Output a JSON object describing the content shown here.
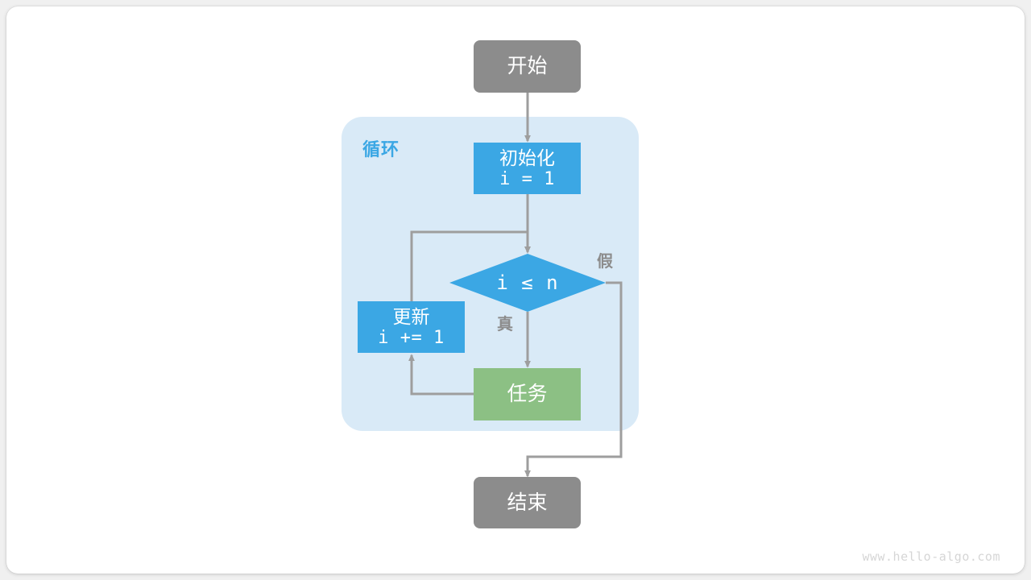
{
  "diagram": {
    "type": "flowchart",
    "title": "loop-flowchart",
    "colors": {
      "terminal": "#8c8c8c",
      "process": "#3ba7e4",
      "task": "#8cc084",
      "container": "#d9eaf7",
      "edge": "#9e9e9e",
      "label": "#8c8c8c",
      "canvas": "#ffffff",
      "page": "#f0f0f0"
    },
    "nodes": {
      "start": {
        "label": "开始",
        "shape": "stadium",
        "kind": "terminal"
      },
      "init": {
        "label": "初始化",
        "code": "i = 1",
        "shape": "rect",
        "kind": "process"
      },
      "decision": {
        "label": "i ≤ n",
        "shape": "diamond",
        "kind": "process"
      },
      "update": {
        "label": "更新",
        "code": "i += 1",
        "shape": "rect",
        "kind": "process"
      },
      "task": {
        "label": "任务",
        "shape": "rect",
        "kind": "task"
      },
      "end": {
        "label": "结束",
        "shape": "stadium",
        "kind": "terminal"
      }
    },
    "container": {
      "label": "循环"
    },
    "edge_labels": {
      "true": "真",
      "false": "假"
    },
    "edges": [
      {
        "from": "start",
        "to": "init",
        "label": ""
      },
      {
        "from": "init",
        "to": "decision",
        "label": ""
      },
      {
        "from": "decision",
        "to": "task",
        "label": "真"
      },
      {
        "from": "decision",
        "to": "end",
        "label": "假"
      },
      {
        "from": "task",
        "to": "update",
        "label": ""
      },
      {
        "from": "update",
        "to": "decision",
        "label": ""
      }
    ]
  },
  "watermark": {
    "text": "www.hello-algo.com"
  }
}
